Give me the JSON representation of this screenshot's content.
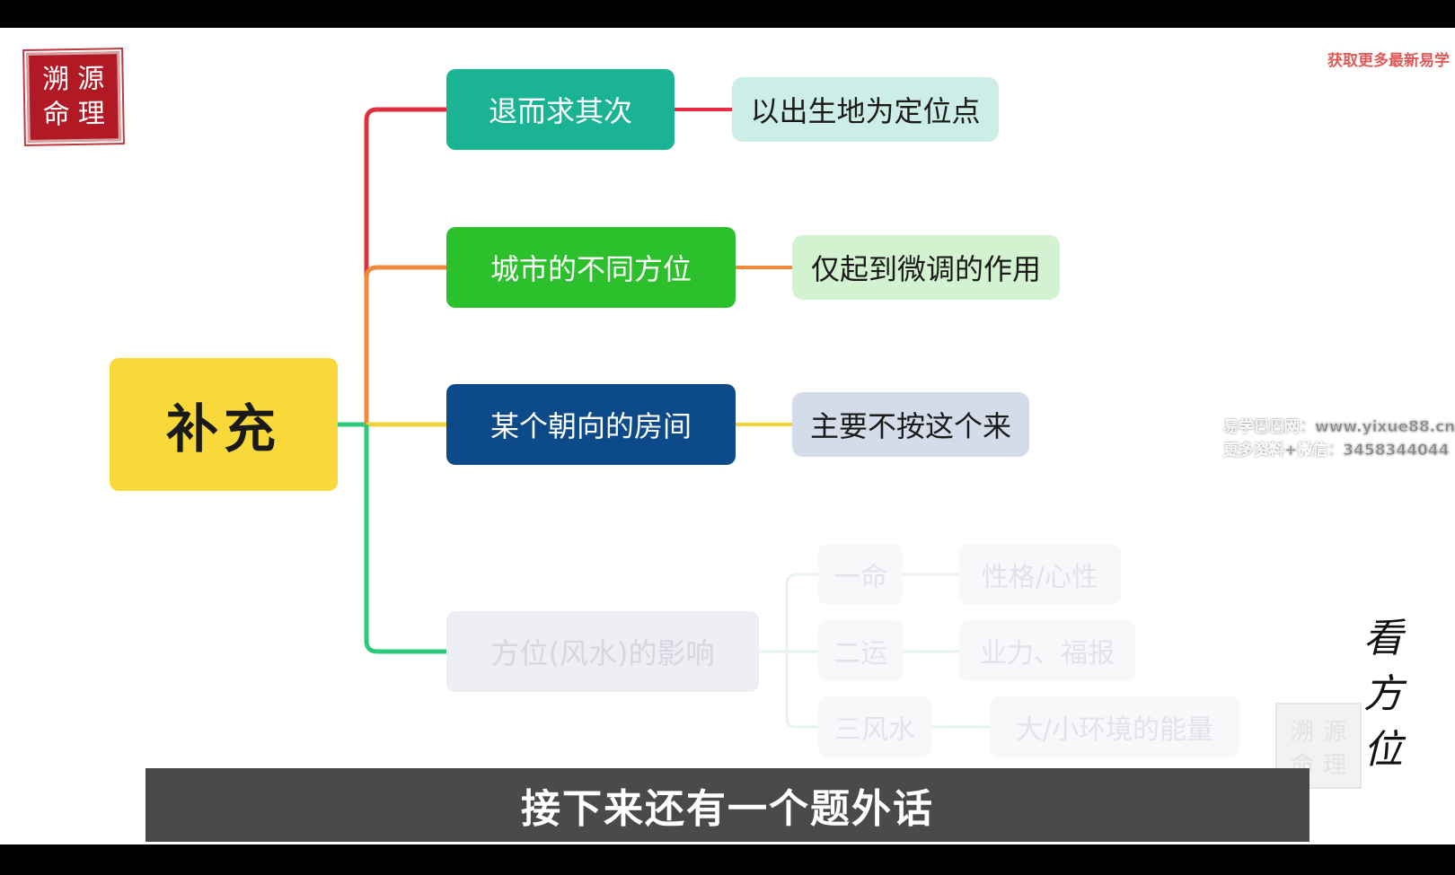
{
  "seal": {
    "chars": [
      "溯",
      "源",
      "命",
      "理"
    ]
  },
  "top_promo": "获取更多最新易学",
  "mindmap": {
    "root": "补充",
    "branches": [
      {
        "label": "退而求其次",
        "leaf": "以出生地为定位点",
        "line_color": "#e03040"
      },
      {
        "label": "城市的不同方位",
        "leaf": "仅起到微调的作用",
        "line_color": "#f08a3c"
      },
      {
        "label": "某个朝向的房间",
        "leaf": "主要不按这个来",
        "line_color": "#f2d23a"
      },
      {
        "label": "方位(风水)的影响",
        "line_color": "#2cc97a",
        "children": [
          {
            "label": "一命",
            "leaf": "性格/心性"
          },
          {
            "label": "二运",
            "leaf": "业力、福报"
          },
          {
            "label": "三风水",
            "leaf": "大/小环境的能量"
          }
        ]
      }
    ]
  },
  "watermark": {
    "line1": "易学巴巴网：www.yixue88.cn",
    "line2": "更多资料+微信：3458344044"
  },
  "vertical_title": [
    "看",
    "方",
    "位"
  ],
  "subtitle": "接下来还有一个题外话"
}
